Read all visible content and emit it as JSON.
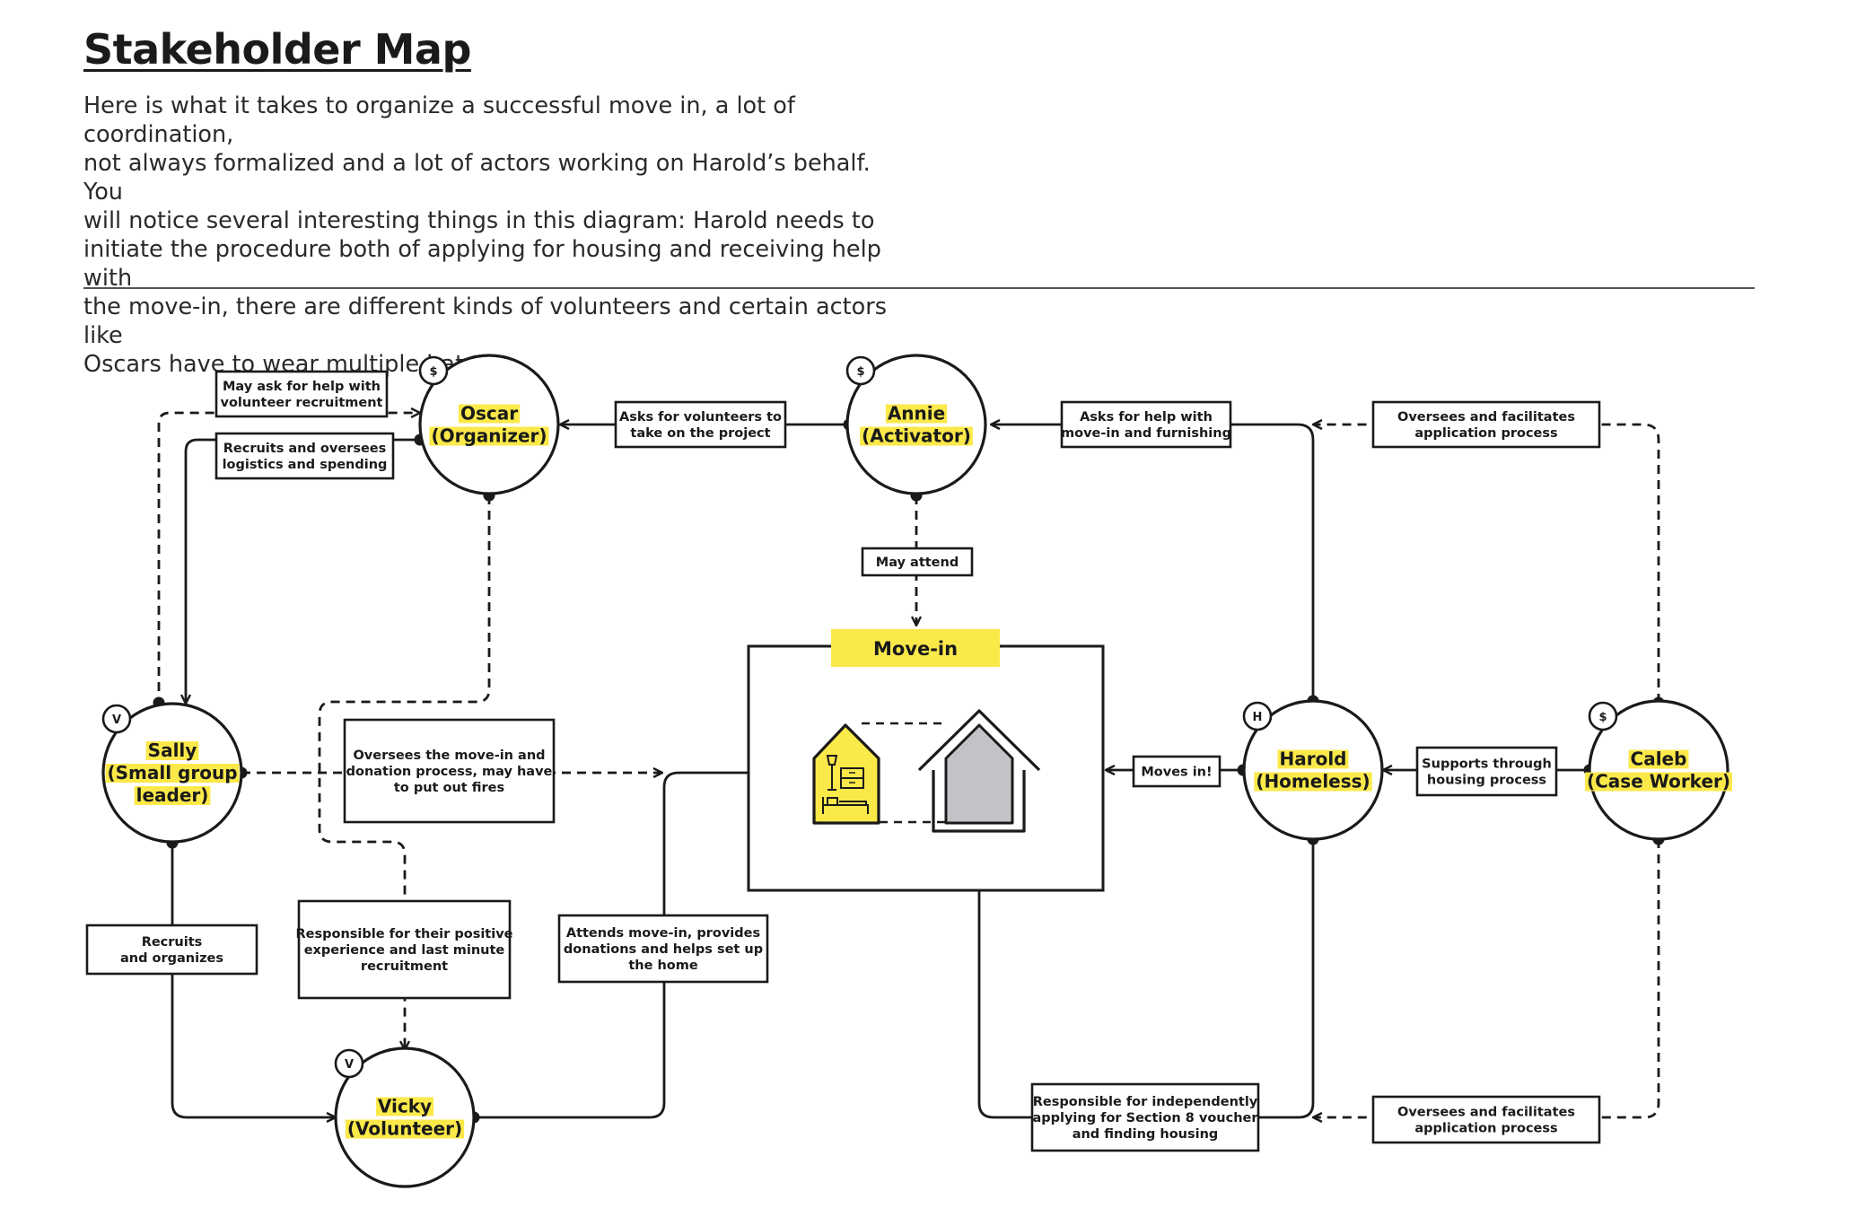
{
  "header": {
    "title": "Stakeholder Map",
    "intro_lines": [
      "Here is what it takes to organize a successful move in, a lot of coordination,",
      "not always formalized and a lot of actors working on Harold’s behalf. You",
      "will notice several interesting things in this diagram: Harold needs to",
      "initiate the procedure both of applying for housing and receiving help with",
      "the move-in, there are different kinds of volunteers and certain actors like",
      "Oscars have to wear multiple hats!"
    ]
  },
  "nodes": {
    "oscar": {
      "badge": "$",
      "lines": [
        "Oscar",
        "(Organizer)"
      ]
    },
    "annie": {
      "badge": "$",
      "lines": [
        "Annie",
        "(Activator)"
      ]
    },
    "sally": {
      "badge": "V",
      "lines": [
        "Sally",
        "(Small group",
        "leader)"
      ]
    },
    "harold": {
      "badge": "H",
      "lines": [
        "Harold",
        "(Homeless)"
      ]
    },
    "caleb": {
      "badge": "$",
      "lines": [
        "Caleb",
        "(Case Worker)"
      ]
    },
    "vicky": {
      "badge": "V",
      "lines": [
        "Vicky",
        "(Volunteer)"
      ]
    }
  },
  "movein": {
    "title": "Move-in"
  },
  "edge_labels": {
    "may_ask": [
      "May ask for help with",
      "volunteer recruitment"
    ],
    "recruits_over": [
      "Recruits and oversees",
      "logistics and spending"
    ],
    "asks_volunteers": [
      "Asks for volunteers to",
      "take on the project"
    ],
    "asks_help": [
      "Asks for help with",
      "move-in and furnishing"
    ],
    "oversees_top": [
      "Oversees and facilitates",
      "application process"
    ],
    "may_attend": [
      "May attend"
    ],
    "oversees_movein": [
      "Oversees the move-in and",
      "donation process, may have",
      "to put out fires"
    ],
    "moves_in": [
      "Moves in!"
    ],
    "supports": [
      "Supports through",
      "housing process"
    ],
    "recruits_org": [
      "Recruits",
      "and organizes"
    ],
    "responsible_pos": [
      "Responsible for their positive",
      "experience and last minute",
      "recruitment"
    ],
    "attends": [
      "Attends move-in, provides",
      "donations and helps set up",
      "the home"
    ],
    "responsible_ind": [
      "Responsible for independently",
      "applying for Section 8 voucher",
      "and finding housing"
    ],
    "oversees_bottom": [
      "Oversees and facilitates",
      "application process"
    ]
  },
  "colors": {
    "highlight": "#fbe94a",
    "stroke": "#1a1a1a",
    "house_gray": "#c2c3c7"
  }
}
